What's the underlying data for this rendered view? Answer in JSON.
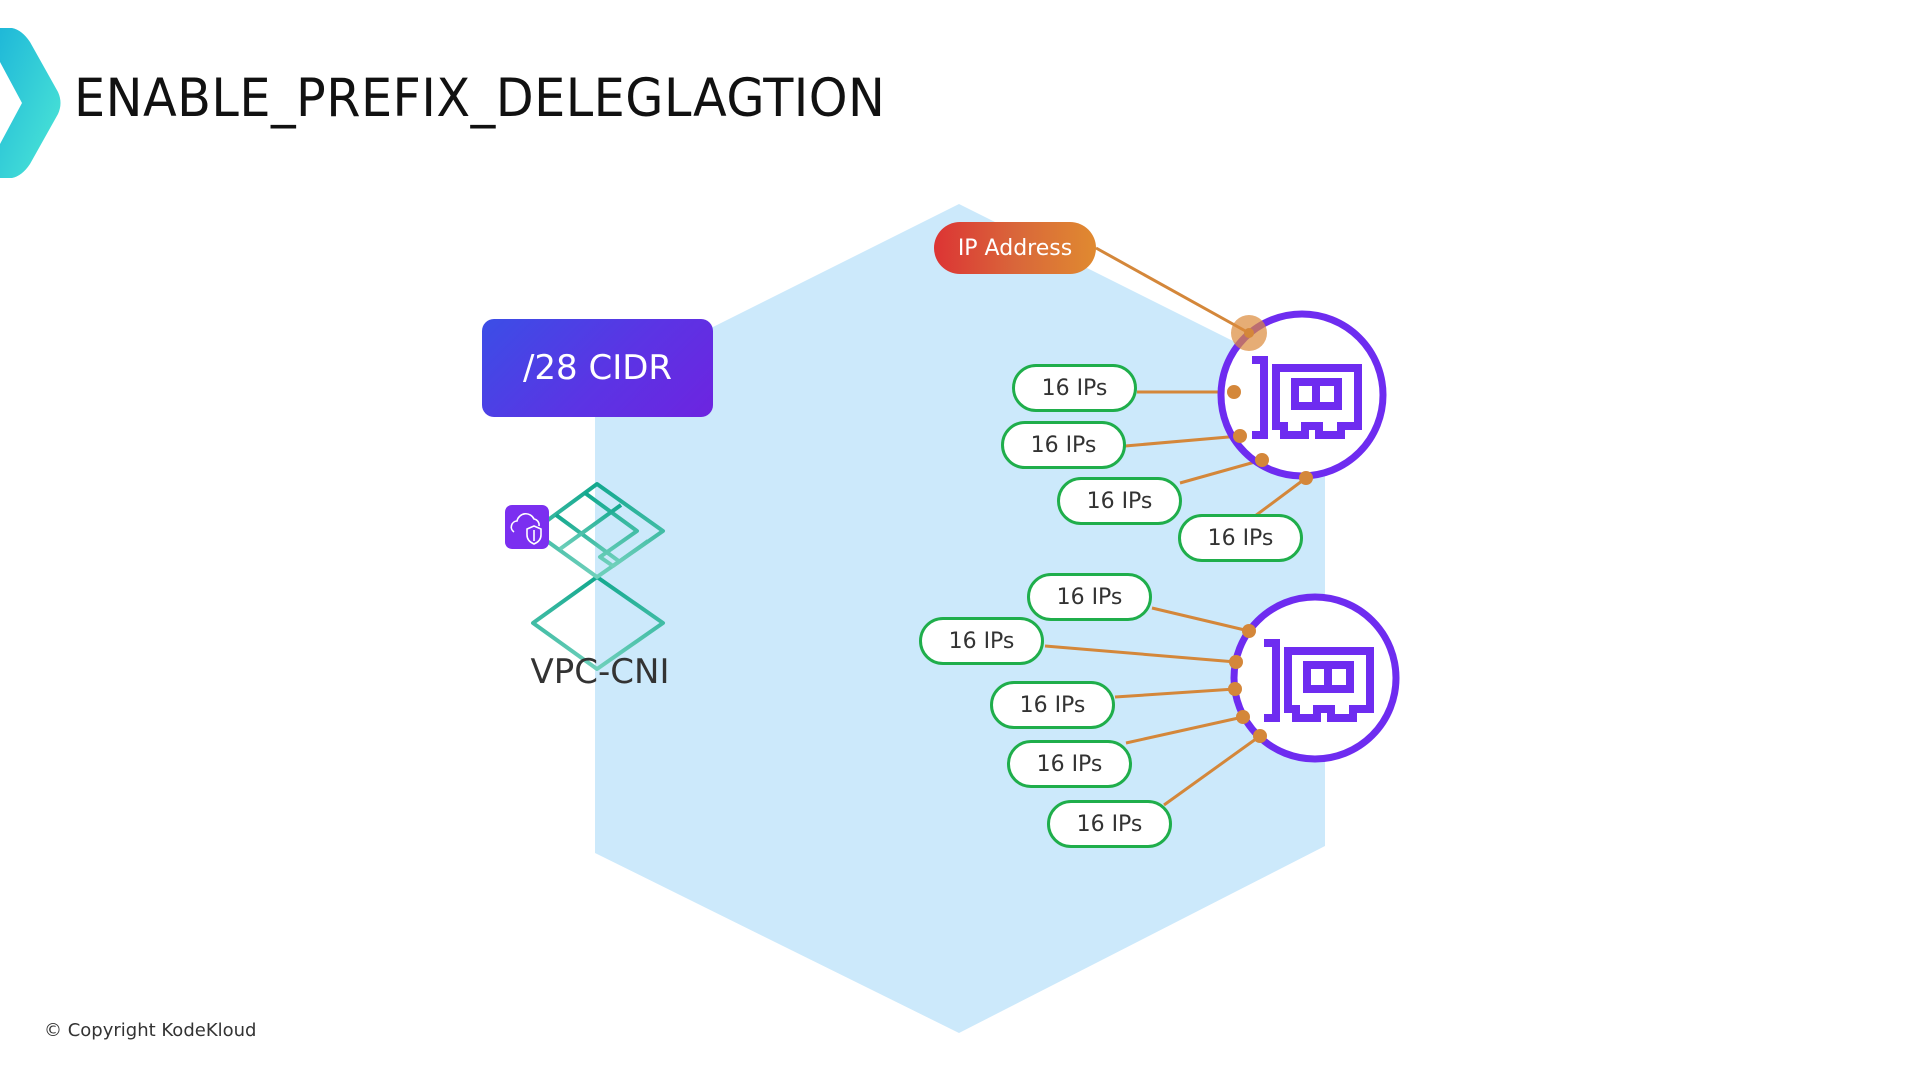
{
  "slide": {
    "title": "ENABLE_PREFIX_DELEGLAGTION",
    "copyright": "© Copyright KodeKloud"
  },
  "left": {
    "cidr_label": "/28 CIDR",
    "vpc_cni_label": "VPC-CNI"
  },
  "right": {
    "ip_address_label": "IP Address",
    "eni_1": {
      "prefixes": [
        "16 IPs",
        "16 IPs",
        "16 IPs",
        "16 IPs"
      ]
    },
    "eni_2": {
      "prefixes": [
        "16 IPs",
        "16 IPs",
        "16 IPs",
        "16 IPs",
        "16 IPs"
      ]
    }
  },
  "colors": {
    "hexagon_fill": "#cce9fb",
    "eni_purple": "#6e2cf0",
    "connector_orange": "#d4873a",
    "pill_green": "#1fae4b",
    "vpc_teal": "#1fb29a",
    "brand_chevron_start": "#1fb8d8",
    "brand_chevron_end": "#4ee8d6"
  }
}
